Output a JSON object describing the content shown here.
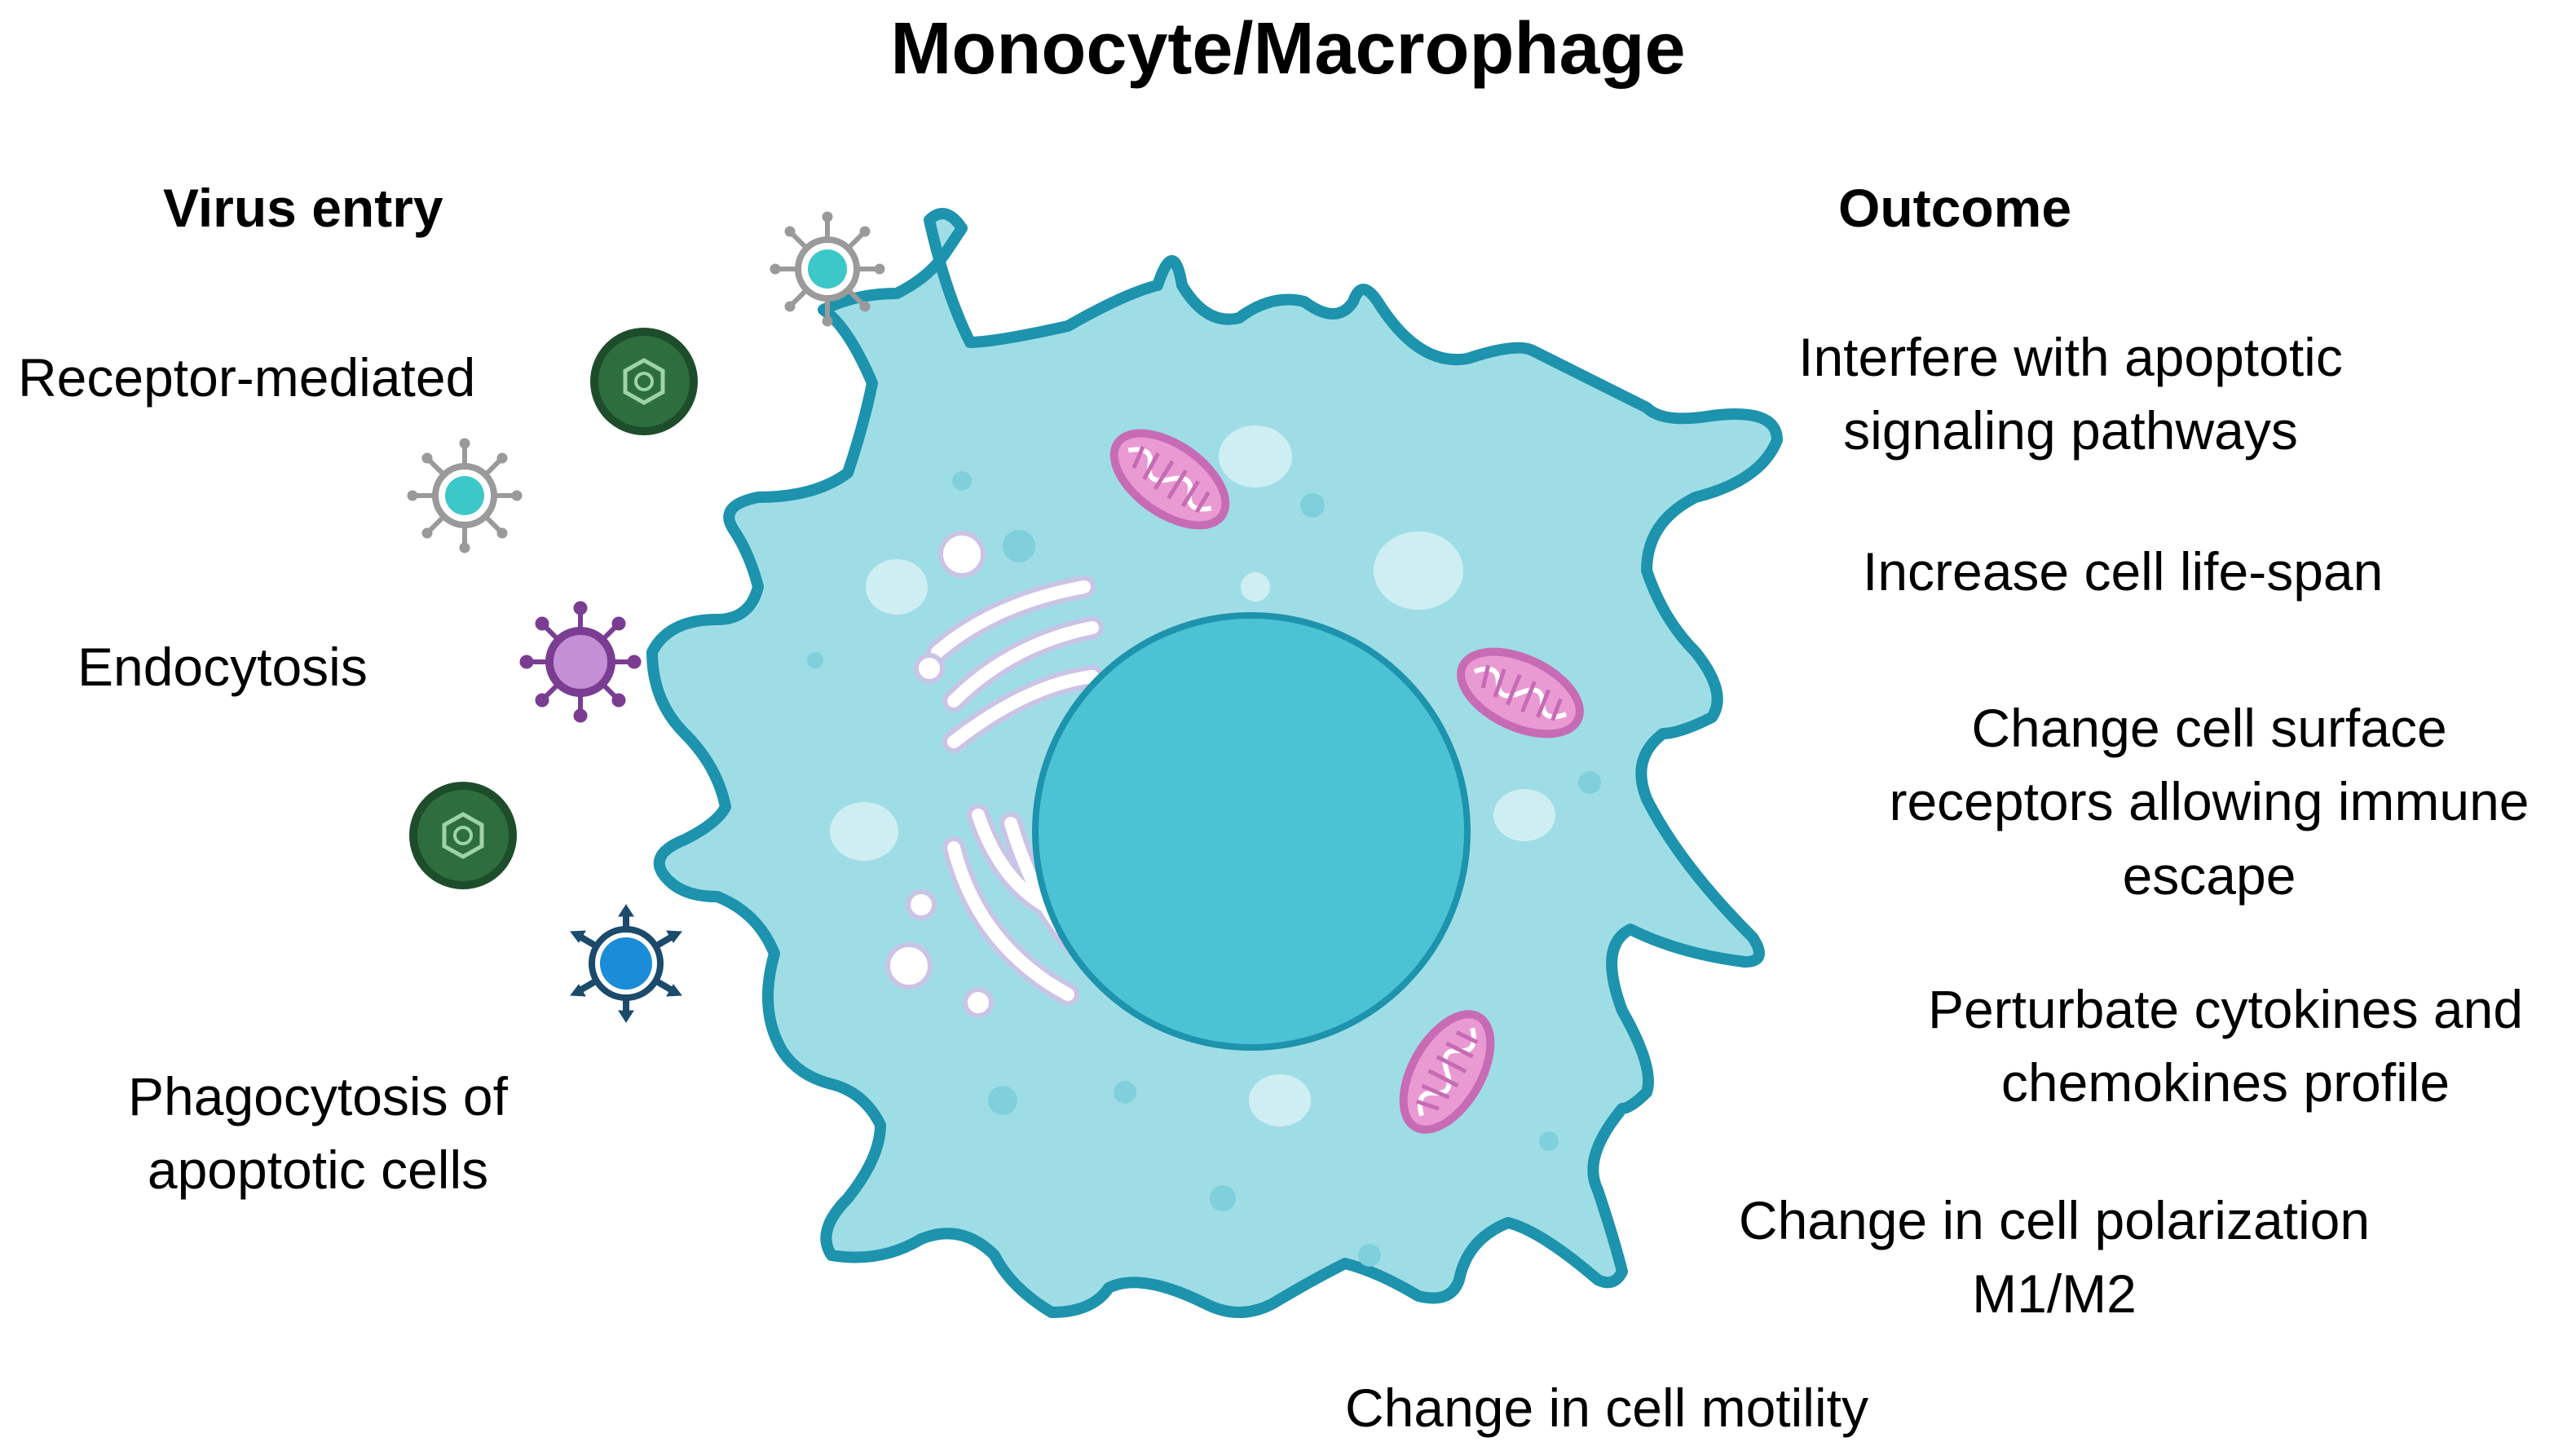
{
  "title": "Monocyte/Macrophage",
  "entry": {
    "heading": "Virus entry",
    "routes": [
      {
        "lines": [
          "Receptor-mediated"
        ]
      },
      {
        "lines": [
          "Endocytosis"
        ]
      },
      {
        "lines": [
          "Phagocytosis of",
          "apoptotic cells"
        ]
      }
    ]
  },
  "outcome": {
    "heading": "Outcome",
    "items": [
      {
        "lines": [
          "Interfere with apoptotic",
          "signaling pathways"
        ]
      },
      {
        "lines": [
          "Increase cell life-span"
        ]
      },
      {
        "lines": [
          "Change cell surface",
          "receptors allowing immune",
          "escape"
        ]
      },
      {
        "lines": [
          "Perturbate cytokines and",
          "chemokines profile"
        ]
      },
      {
        "lines": [
          "Change in cell polarization",
          "M1/M2"
        ]
      },
      {
        "lines": [
          "Change in cell motility"
        ]
      }
    ]
  },
  "colors": {
    "cell_fill": "#9fdde6",
    "cell_outline": "#1d93ad",
    "nucleus": "#4cc3d4",
    "mitochondria": "#c76bb5",
    "golgi": "#ffffff",
    "virus_green": "#2e6e3e",
    "virus_grey": "#9a9a9a",
    "virus_purple": "#9a55b0",
    "virus_blue": "#1a6a9a"
  },
  "icons": [
    "virus-grey-icon",
    "virus-green-icon",
    "virus-purple-icon",
    "virus-blue-icon",
    "mitochondrion-icon",
    "golgi-icon",
    "nucleus-icon"
  ]
}
